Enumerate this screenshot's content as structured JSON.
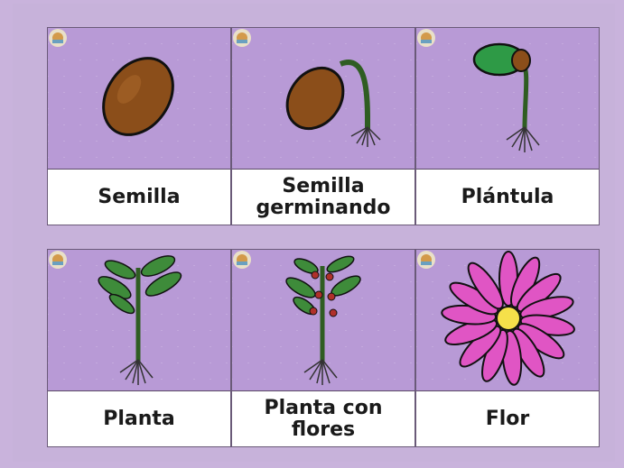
{
  "cards": [
    {
      "label": "Semilla"
    },
    {
      "label": "Semilla germinando"
    },
    {
      "label": "Plántula"
    },
    {
      "label": "Planta"
    },
    {
      "label": "Planta con flores"
    },
    {
      "label": "Flor"
    }
  ]
}
